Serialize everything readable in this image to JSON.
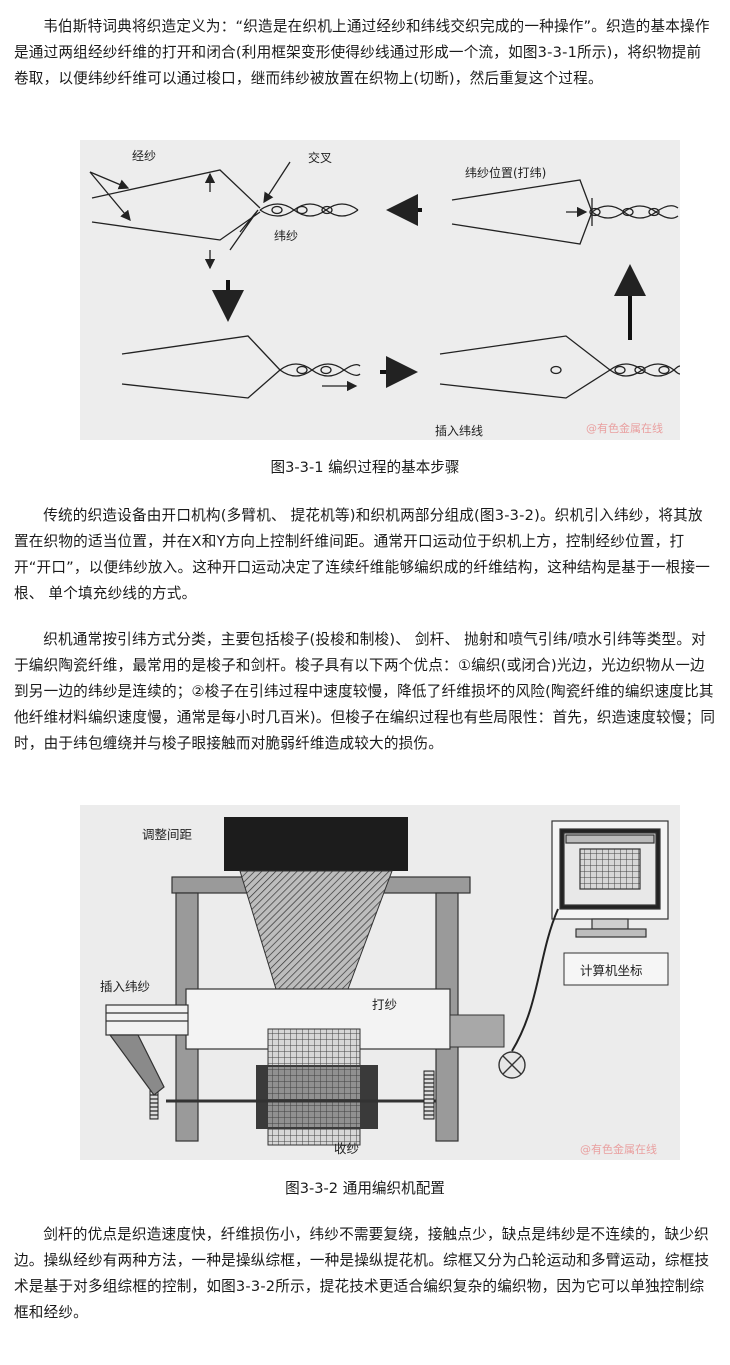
{
  "paragraphs": {
    "p1": "韦伯斯特词典将织造定义为：“织造是在织机上通过经纱和纬线交织完成的一种操作”。织造的基本操作是通过两组经纱纤维的打开和闭合(利用框架变形使得纱线通过形成一个流，如图3-3-1所示)，将织物提前卷取，以便纬纱纤维可以通过梭口，继而纬纱被放置在织物上(切断)，然后重复这个过程。",
    "p2": "传统的织造设备由开口机构(多臂机、 提花机等)和织机两部分组成(图3-3-2)。织机引入纬纱，将其放置在织物的适当位置，并在X和Y方向上控制纤维间距。通常开口运动位于织机上方，控制经纱位置，打开“开口”，以便纬纱放入。这种开口运动决定了连续纤维能够编织成的纤维结构，这种结构是基于一根接一根、 单个填充纱线的方式。",
    "p3": "织机通常按引纬方式分类，主要包括梭子(投梭和制梭)、 剑杆、 抛射和喷气引纬/喷水引纬等类型。对于编织陶瓷纤维，最常用的是梭子和剑杆。梭子具有以下两个优点：①编织(或闭合)光边，光边织物从一边到另一边的纬纱是连续的；②梭子在引纬过程中速度较慢，降低了纤维损坏的风险(陶瓷纤维的编织速度比其他纤维材料编织速度慢，通常是每小时几百米)。但梭子在编织过程也有些局限性：首先，织造速度较慢；同时，由于纬包缠绕并与梭子眼接触而对脆弱纤维造成较大的损伤。",
    "p4": "剑杆的优点是织造速度快，纤维损伤小，纬纱不需要复绕，接触点少，缺点是纬纱是不连续的，缺少织边。操纵经纱有两种方法，一种是操纵综框，一种是操纵提花机。综框又分为凸轮运动和多臂运动，综框技术是基于对多组综框的控制，如图3-3-2所示，提花技术更适合编织复杂的编织物，因为它可以单独控制综框和经纱。"
  },
  "figure1": {
    "labels": {
      "warp": "经纱",
      "cross": "交叉",
      "weft": "纬纱",
      "weft_position": "纬纱位置(打纬)",
      "insert_weft": "插入纬线"
    },
    "watermark": "@有色金属在线",
    "caption": "图3-3-1 编织过程的基本步骤"
  },
  "figure2": {
    "labels": {
      "adjust_spacing": "调整间距",
      "insert_weft": "插入纬纱",
      "beat_up": "打纱",
      "computer_coords": "计算机坐标",
      "take_up": "收纱"
    },
    "watermark": "@有色金属在线",
    "caption": "图3-3-2 通用编织机配置"
  }
}
